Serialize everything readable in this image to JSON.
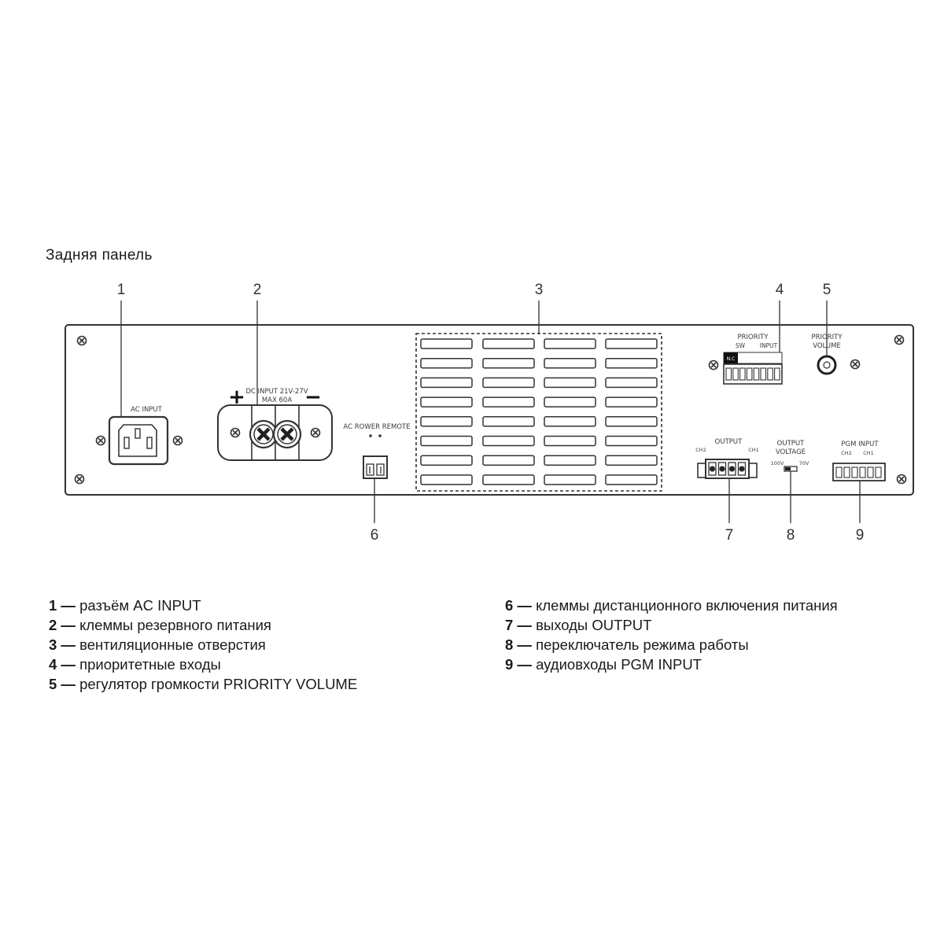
{
  "title": "Задняя панель",
  "callouts": [
    "1",
    "2",
    "3",
    "4",
    "5",
    "6",
    "7",
    "8",
    "9"
  ],
  "panel_labels": {
    "ac_input": "AC INPUT",
    "dc_input_line1": "DC INPUT 21V-27V",
    "dc_input_line2": "MAX 60A",
    "dc_plus": "+",
    "dc_minus": "−",
    "ac_power_remote": "AC ROWER REMOTE",
    "priority": "PRIORITY",
    "priority_sw": "SW",
    "priority_input": "INPUT",
    "priority_nc": "N.C",
    "priority_volume_line1": "PRIORITY",
    "priority_volume_line2": "VOLUME",
    "output": "OUTPUT",
    "output_ch2": "CH2",
    "output_ch1": "CH1",
    "output_voltage_line1": "OUTPUT",
    "output_voltage_line2": "VOLTAGE",
    "voltage_100v": "100V",
    "voltage_70v": "70V",
    "pgm_input": "PGM INPUT",
    "pgm_ch2": "CH2",
    "pgm_ch1": "CH1"
  },
  "legend": {
    "left": [
      {
        "num": "1 —",
        "text": " разъём AC INPUT"
      },
      {
        "num": "2 —",
        "text": " клеммы резервного питания"
      },
      {
        "num": "3 —",
        "text": " вентиляционные отверстия"
      },
      {
        "num": "4 —",
        "text": " приоритетные входы"
      },
      {
        "num": "5 —",
        "text": " регулятор громкости PRIORITY VOLUME"
      }
    ],
    "right": [
      {
        "num": "6 —",
        "text": " клеммы дистанционного включения питания"
      },
      {
        "num": "7 —",
        "text": " выходы OUTPUT"
      },
      {
        "num": "8 —",
        "text": " переключатель режима работы"
      },
      {
        "num": "9 —",
        "text": " аудиовходы PGM INPUT"
      }
    ]
  }
}
